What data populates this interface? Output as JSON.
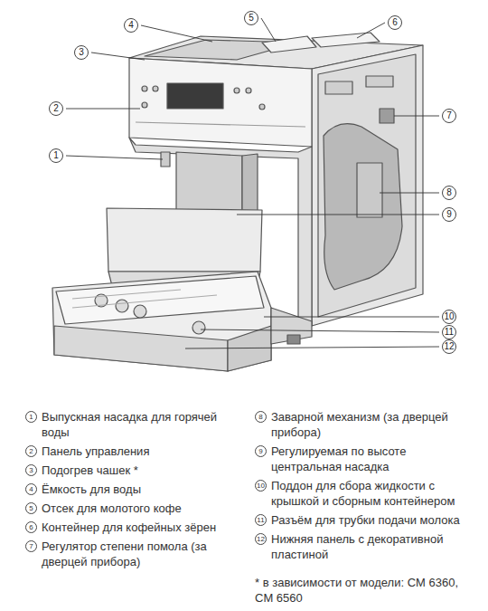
{
  "diagram": {
    "labels": [
      "1",
      "2",
      "3",
      "4",
      "5",
      "6",
      "7",
      "8",
      "9",
      "10",
      "11",
      "12",
      "1",
      "Выпускная насадка для горячей воды",
      "2",
      "Панель управления",
      "3",
      "Подогрев чашек *",
      "4",
      "Ёмкость для воды",
      "5",
      "Отсек для молотого кофе",
      "6",
      "Контейнер для кофейных зёрен",
      "7",
      "Регулятор степени помола (за дверцей прибора)",
      "8",
      "Заварной механизм (за дверцей прибора)",
      "9",
      "Регулируемая по высоте центральная насадка",
      "10",
      "Поддон для сбора жидкости с крышкой и сборным контейнером",
      "11",
      "Разъём для трубки подачи молока",
      "12",
      "Нижняя панель с декоративной пластиной",
      "* в зависимости от модели: CM 6360, CM 6560"
    ]
  }
}
